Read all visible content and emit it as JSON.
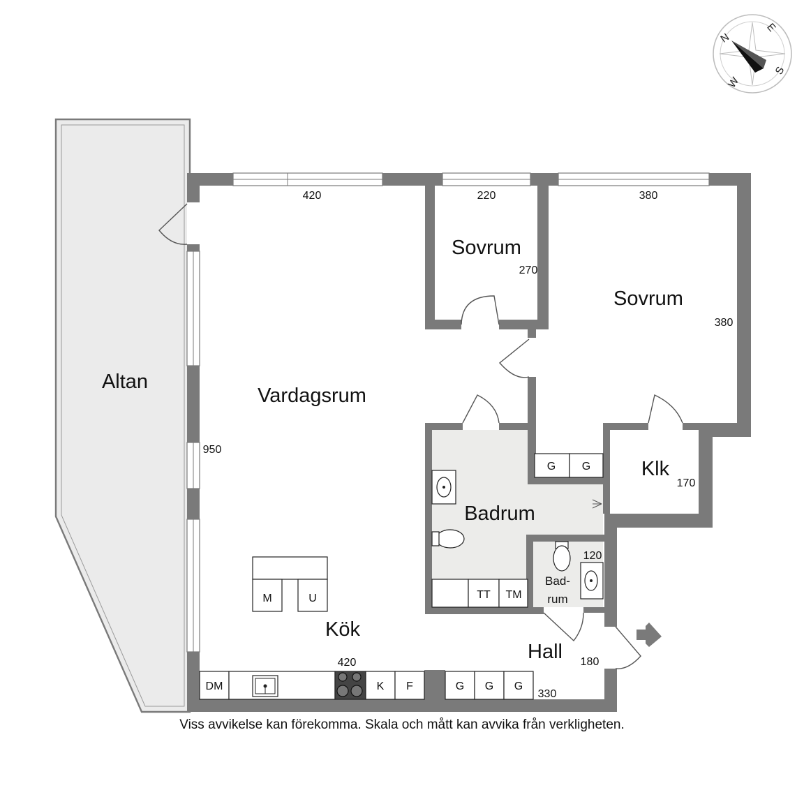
{
  "compass": {
    "north": "N",
    "east": "E",
    "south": "S",
    "west": "W"
  },
  "rooms": {
    "altan": "Altan",
    "vardagsrum": "Vardagsrum",
    "sovrum_small": "Sovrum",
    "sovrum_large": "Sovrum",
    "badrum": "Badrum",
    "badrum_small_line1": "Bad-",
    "badrum_small_line2": "rum",
    "klk": "Klk",
    "kok": "Kök",
    "hall": "Hall"
  },
  "dimensions": {
    "vardagsrum_width": "420",
    "vardagsrum_height": "950",
    "sovrum_small_width": "220",
    "sovrum_small_height": "270",
    "sovrum_large_width": "380",
    "sovrum_large_height": "380",
    "klk_height": "170",
    "badrum_small": "120",
    "kok_width": "420",
    "hall_width": "180",
    "hall_storage": "330"
  },
  "fixtures": {
    "dm": "DM",
    "k": "K",
    "f": "F",
    "m": "M",
    "u": "U",
    "tt": "TT",
    "tm": "TM",
    "g_hall_1": "G",
    "g_hall_2": "G",
    "g_hall_3": "G",
    "g_closet_1": "G",
    "g_closet_2": "G"
  },
  "colors": {
    "wall": "#7a7a7a",
    "altan_fill": "#ebebeb",
    "bath_fill": "#ececea"
  },
  "disclaimer": "Viss avvikelse kan förekomma. Skala och mått kan avvika från verkligheten."
}
